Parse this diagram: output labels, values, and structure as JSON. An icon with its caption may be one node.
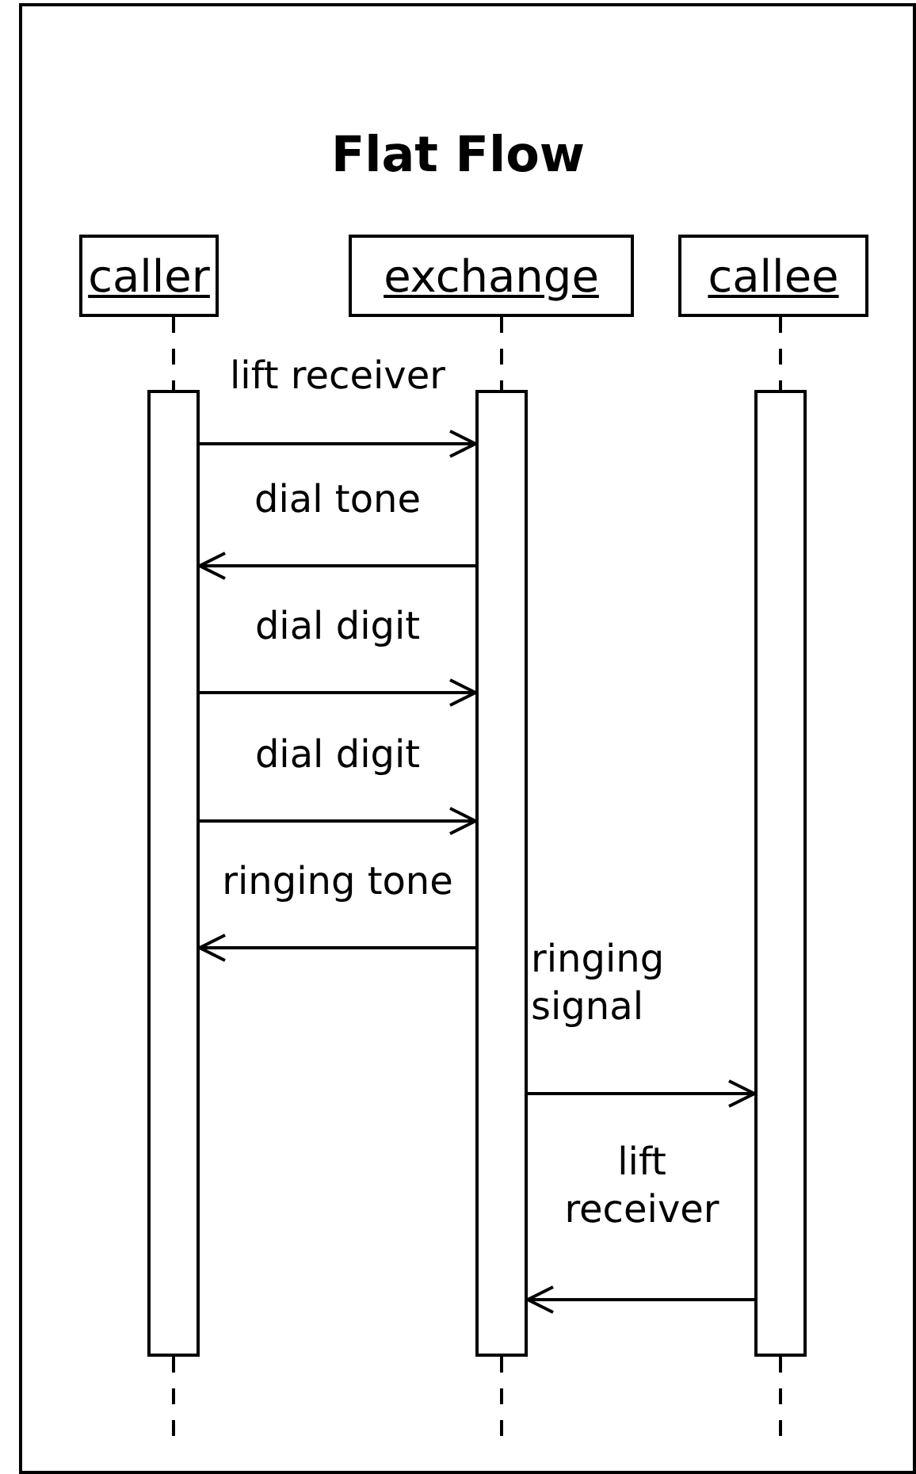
{
  "diagram": {
    "title": "Flat Flow",
    "nodes": [
      {
        "text": [
          "caller"
        ]
      },
      {
        "text": [
          "exchange"
        ]
      },
      {
        "text": [
          "callee"
        ]
      },
      {
        "text": [],
        "shape": "bar"
      },
      {
        "text": [],
        "shape": "bar"
      },
      {
        "text": [],
        "shape": "bar"
      }
    ],
    "edges": [
      {
        "from": 0,
        "to": 3,
        "arrow": "none",
        "style": "dashed"
      },
      {
        "from": 1,
        "to": 4,
        "arrow": "none",
        "style": "dashed"
      },
      {
        "from": 2,
        "to": 5,
        "arrow": "none",
        "style": "dashed"
      },
      {
        "from": 3,
        "to": 4,
        "arrow": "to",
        "label": "lift receiver"
      },
      {
        "from": 4,
        "to": 3,
        "arrow": "to",
        "label": "dial tone"
      },
      {
        "from": 3,
        "to": 4,
        "arrow": "to",
        "label": "dial digit"
      },
      {
        "from": 3,
        "to": 4,
        "arrow": "to",
        "label": "dial digit"
      },
      {
        "from": 4,
        "to": 3,
        "arrow": "to",
        "label": "ringing tone"
      },
      {
        "from": 4,
        "to": 5,
        "arrow": "to",
        "label": "ringing signal"
      },
      {
        "from": 5,
        "to": 4,
        "arrow": "to",
        "label": "lift receiver"
      },
      {
        "from": 3,
        "to": null,
        "arrow": "none",
        "style": "dashed"
      },
      {
        "from": 4,
        "to": null,
        "arrow": "none",
        "style": "dashed"
      },
      {
        "from": 5,
        "to": null,
        "arrow": "none",
        "style": "dashed"
      }
    ]
  }
}
